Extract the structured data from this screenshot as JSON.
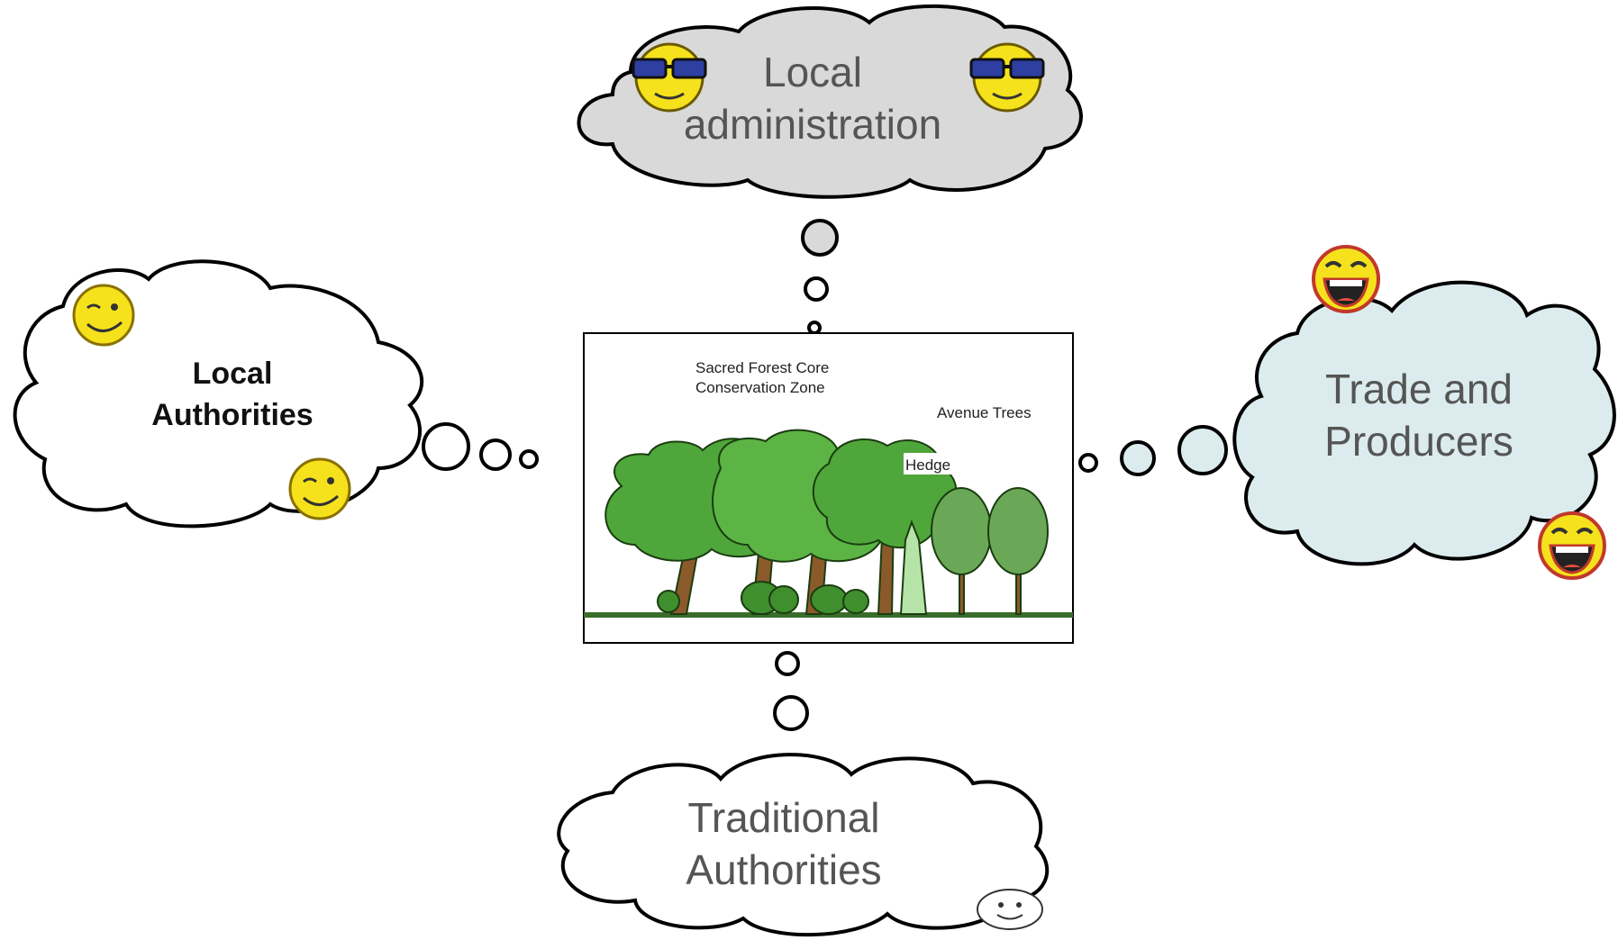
{
  "clouds": {
    "local_administration": {
      "line1": "Local",
      "line2": "administration",
      "fill": "#d9d9d9"
    },
    "local_authorities": {
      "line1": "Local",
      "line2": "Authorities",
      "fill": "#ffffff"
    },
    "trade_producers": {
      "line1": "Trade and",
      "line2": "Producers",
      "fill": "#dcecee"
    },
    "traditional_authorities": {
      "line1": "Traditional",
      "line2": "Authorities",
      "fill": "#ffffff"
    }
  },
  "scene": {
    "core_zone_line1": "Sacred Forest Core",
    "core_zone_line2": "Conservation Zone",
    "avenue_trees": "Avenue Trees",
    "hedge": "Hedge"
  },
  "icons": {
    "cool": "sunglasses-smiley-icon",
    "wink": "winking-smiley-icon",
    "laugh": "laughing-smiley-icon",
    "plain": "plain-smiley-icon"
  },
  "colors": {
    "smiley_yellow": "#f6e21c",
    "foliage": "#4fa63a",
    "trunk": "#8b5a2b",
    "outline": "#000000"
  }
}
